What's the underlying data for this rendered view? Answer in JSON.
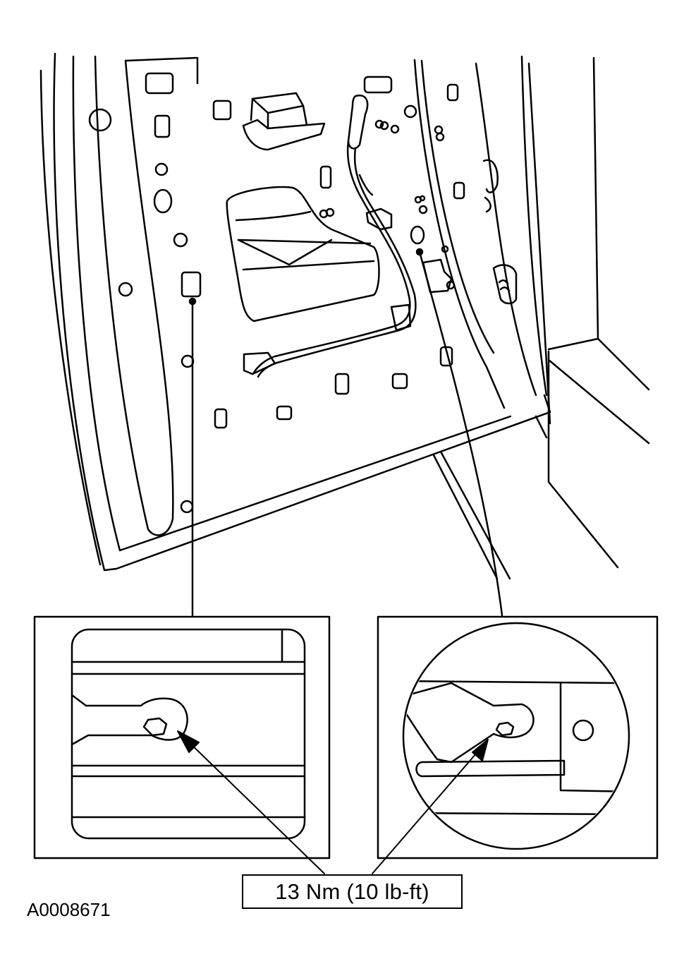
{
  "labels": {
    "torque_spec": "13 Nm (10 lb-ft)",
    "figure_id": "A0008671"
  },
  "colors": {
    "line": "#000000",
    "background": "#ffffff"
  },
  "parts": {
    "door_panel": "door-inner-panel",
    "wiring": "wiring-harness",
    "left_detail": "bolt-detail-left",
    "right_detail": "bolt-detail-right"
  }
}
